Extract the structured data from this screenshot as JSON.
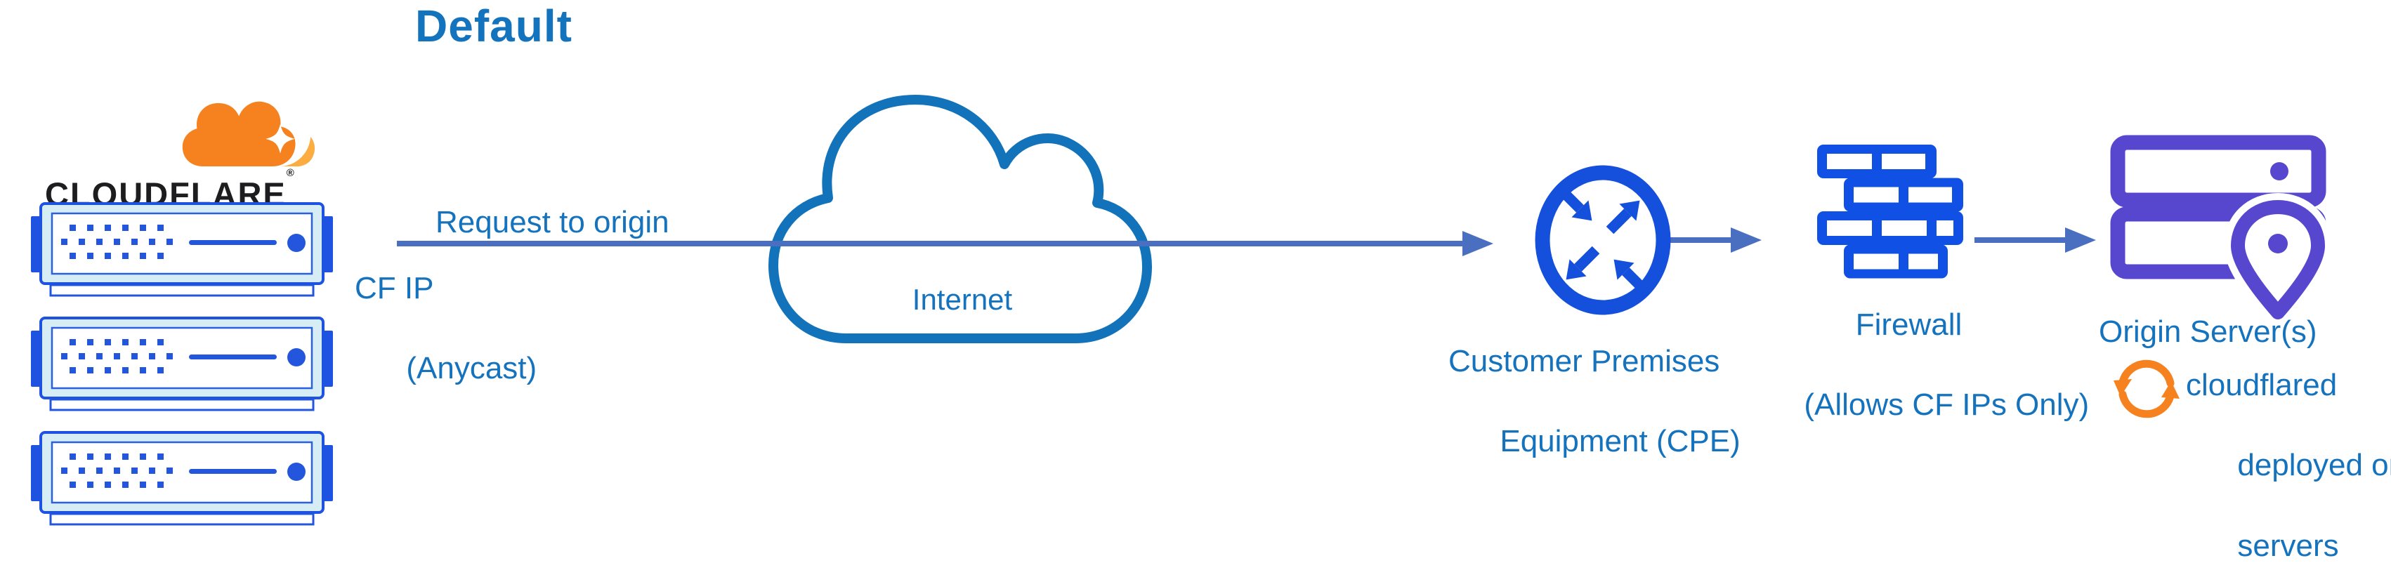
{
  "title": "Default",
  "logo": {
    "wordmark": "CLOUDFLARE",
    "registered_mark": "®"
  },
  "edges": {
    "request_label": "Request to origin",
    "cf_ip_line1": "CF IP",
    "cf_ip_line2": "(Anycast)"
  },
  "nodes": {
    "cloudflare_servers": {
      "server_count": 3,
      "icon": "server-rack-icon"
    },
    "internet": {
      "label": "Internet",
      "icon": "internet-cloud-icon"
    },
    "cpe": {
      "label_line1": "Customer Premises",
      "label_line2": "Equipment (CPE)",
      "icon": "router-arrows-icon"
    },
    "firewall": {
      "label_line1": "Firewall",
      "label_line2": "(Allows CF IPs Only)",
      "icon": "firewall-brick-icon"
    },
    "origin": {
      "label": "Origin Server(s)",
      "icon": "origin-servers-pin-icon"
    },
    "cloudflared": {
      "label_line1": "cloudflared",
      "label_line2": "deployed on",
      "label_line3": "servers",
      "icon": "sync-arrows-icon"
    }
  },
  "colors": {
    "text_blue": "#1573BE",
    "title_blue": "#1473BD",
    "arrow_blue": "#4A6FC1",
    "icon_blue": "#1450DC",
    "brick_blue": "#1150E4",
    "server_border_blue": "#1D53E0",
    "server_detail_blue": "#2456DD",
    "server_fill_light": "#D7EDF5",
    "cloud_stroke_blue": "#1273BA",
    "origin_purple": "#5747CE",
    "cloudflare_orange": "#F6821F",
    "cloudflare_orange_light": "#FBAD41",
    "wordmark_black": "#1D1D1F"
  }
}
